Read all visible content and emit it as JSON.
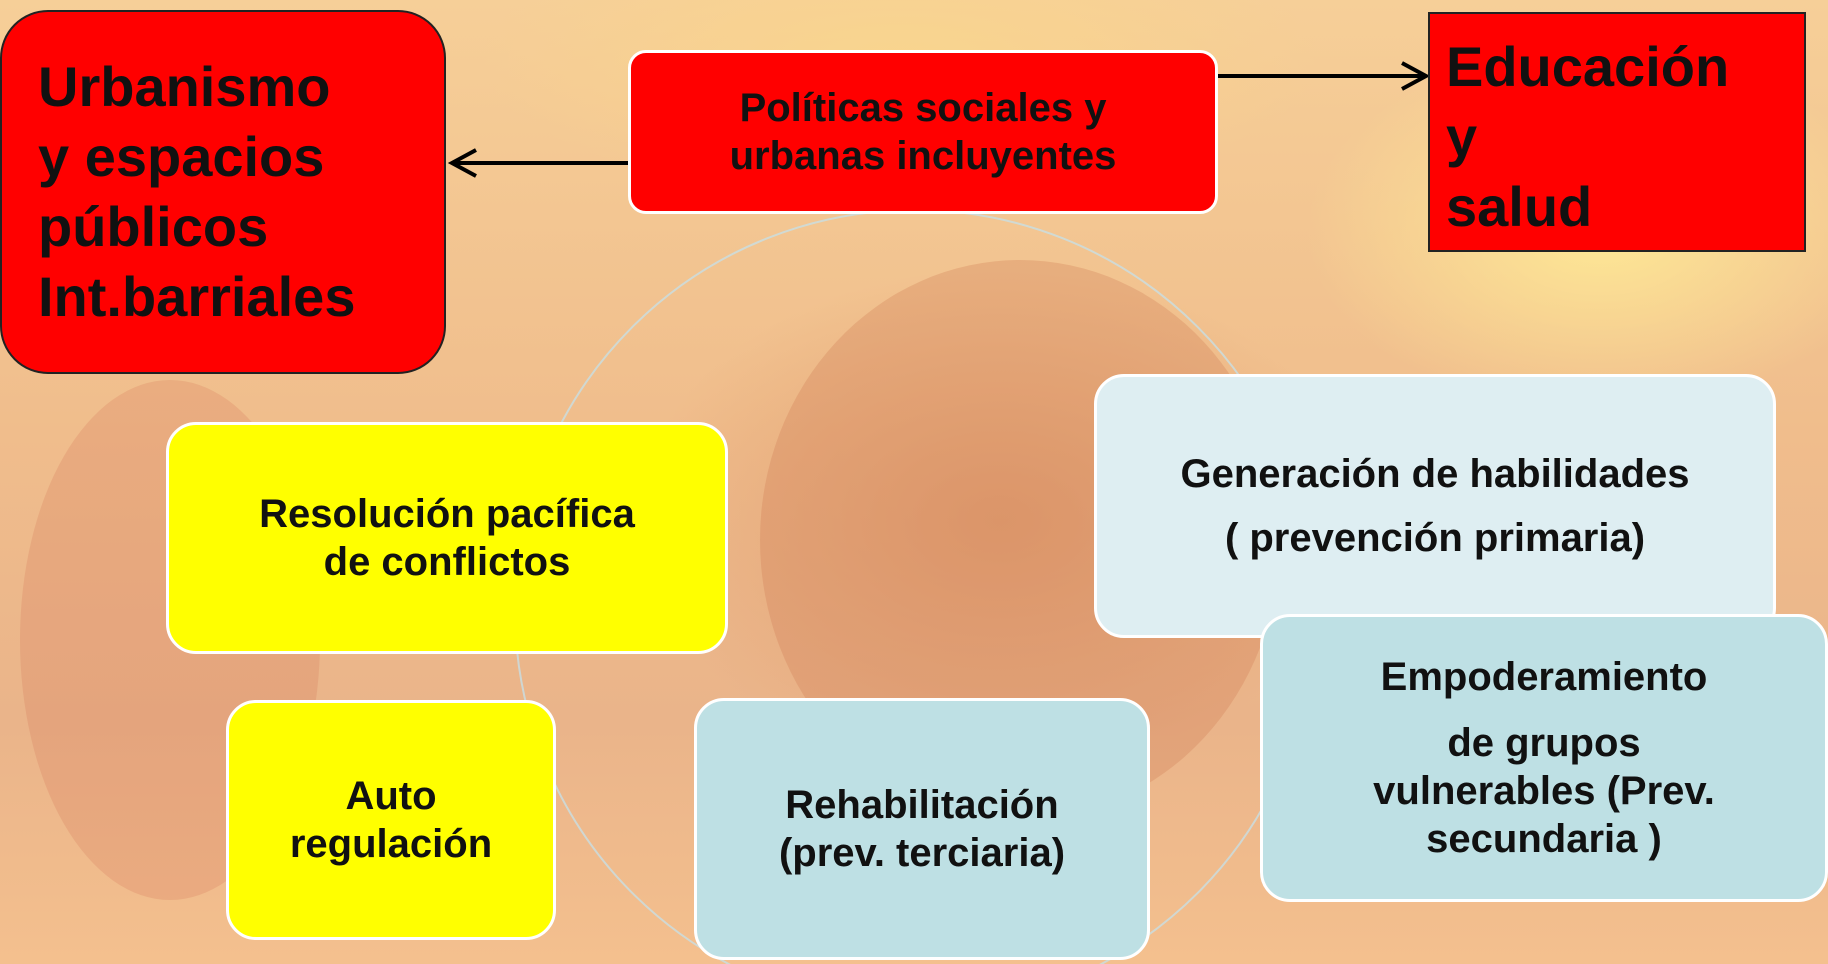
{
  "diagram": {
    "top_node": {
      "lines": [
        "Políticas sociales y",
        "urbanas incluyentes"
      ]
    },
    "left_node": {
      "lines": [
        "Urbanismo",
        "y espacios",
        "públicos",
        "Int.barriales"
      ]
    },
    "right_node": {
      "lines": [
        "Educación",
        "y",
        "salud"
      ]
    },
    "cycle_nodes": [
      {
        "lines": [
          "Generación de habilidades",
          "( prevención primaria)"
        ]
      },
      {
        "lines": [
          "Empoderamiento",
          "de grupos",
          "vulnerables (Prev.",
          "secundaria )"
        ]
      },
      {
        "lines": [
          "Rehabilitación",
          "(prev. terciaria)"
        ]
      },
      {
        "lines": [
          "Auto",
          "regulación"
        ]
      },
      {
        "lines": [
          "Resolución pacífica",
          "de conflictos"
        ]
      }
    ]
  },
  "colors": {
    "red": "#ff0000",
    "yellow": "#ffff00",
    "light_blue": "#deeef2",
    "blue": "#bee0e4",
    "background": "#f3c79a"
  }
}
